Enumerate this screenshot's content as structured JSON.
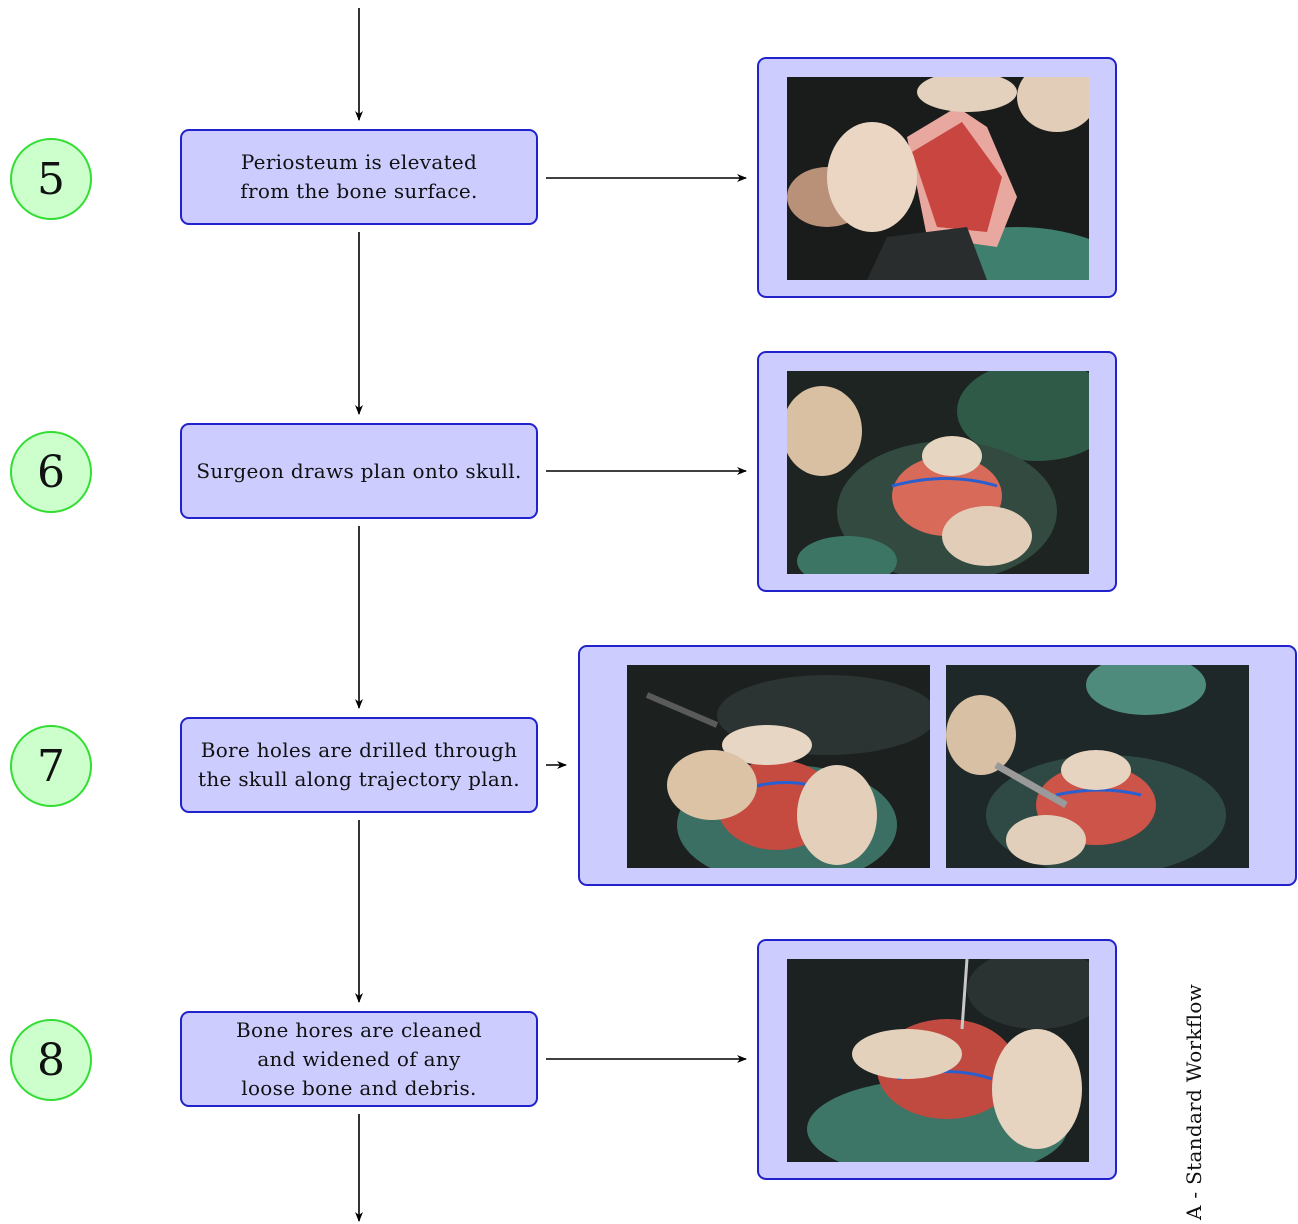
{
  "steps": [
    {
      "number": "5",
      "lines": "Periosteum is elevated\nfrom the bone surface.",
      "photo_count": 1
    },
    {
      "number": "6",
      "lines": "Surgeon draws plan onto skull.",
      "photo_count": 1
    },
    {
      "number": "7",
      "lines": "Bore holes are drilled through\nthe skull along trajectory plan.",
      "photo_count": 2
    },
    {
      "number": "8",
      "lines": "Bone hores are cleaned\nand widened of any\nloose bone and debris.",
      "photo_count": 1
    }
  ],
  "side_label": "A - Standard Workflow",
  "colors": {
    "circle_fill": "#ccffcc",
    "circle_border": "#33dd33",
    "box_fill": "#ccccff",
    "box_border": "#2222cc",
    "arrow": "#000000"
  },
  "photo_icon": "surgical-photo"
}
